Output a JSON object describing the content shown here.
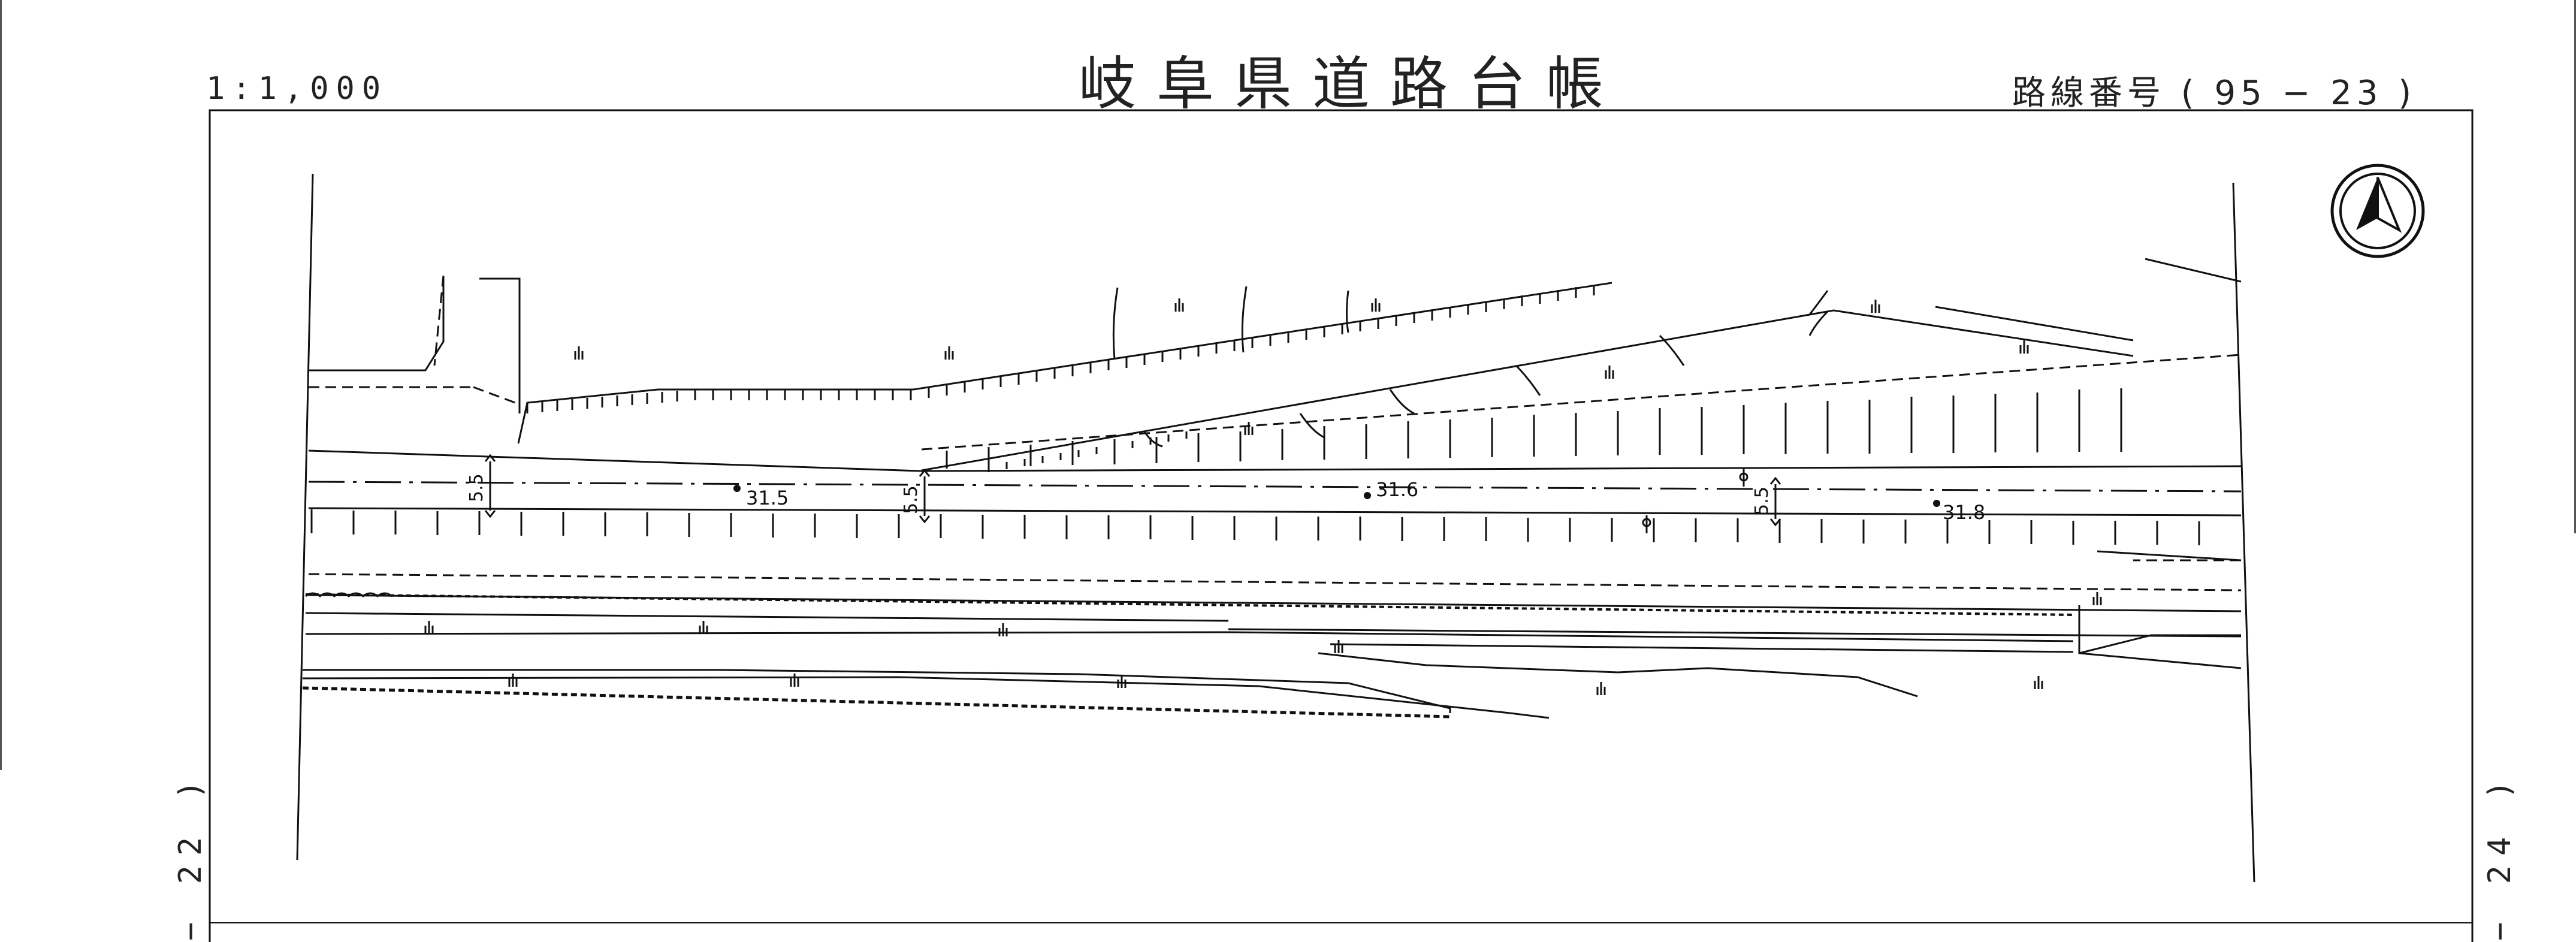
{
  "header": {
    "title": "岐阜県道路台帳",
    "scale": "1:1,000",
    "route_number": "路線番号 ( 95 − 23 )"
  },
  "margins": {
    "left_sheet_ref": "− 22 )",
    "right_sheet_ref": "− 24 )"
  },
  "plan": {
    "widths": [
      "5.5",
      "5.5",
      "5.5"
    ],
    "elevations": [
      "31.5",
      "31.6",
      "31.8"
    ]
  },
  "icons": {
    "north": "north-arrow-icon"
  }
}
